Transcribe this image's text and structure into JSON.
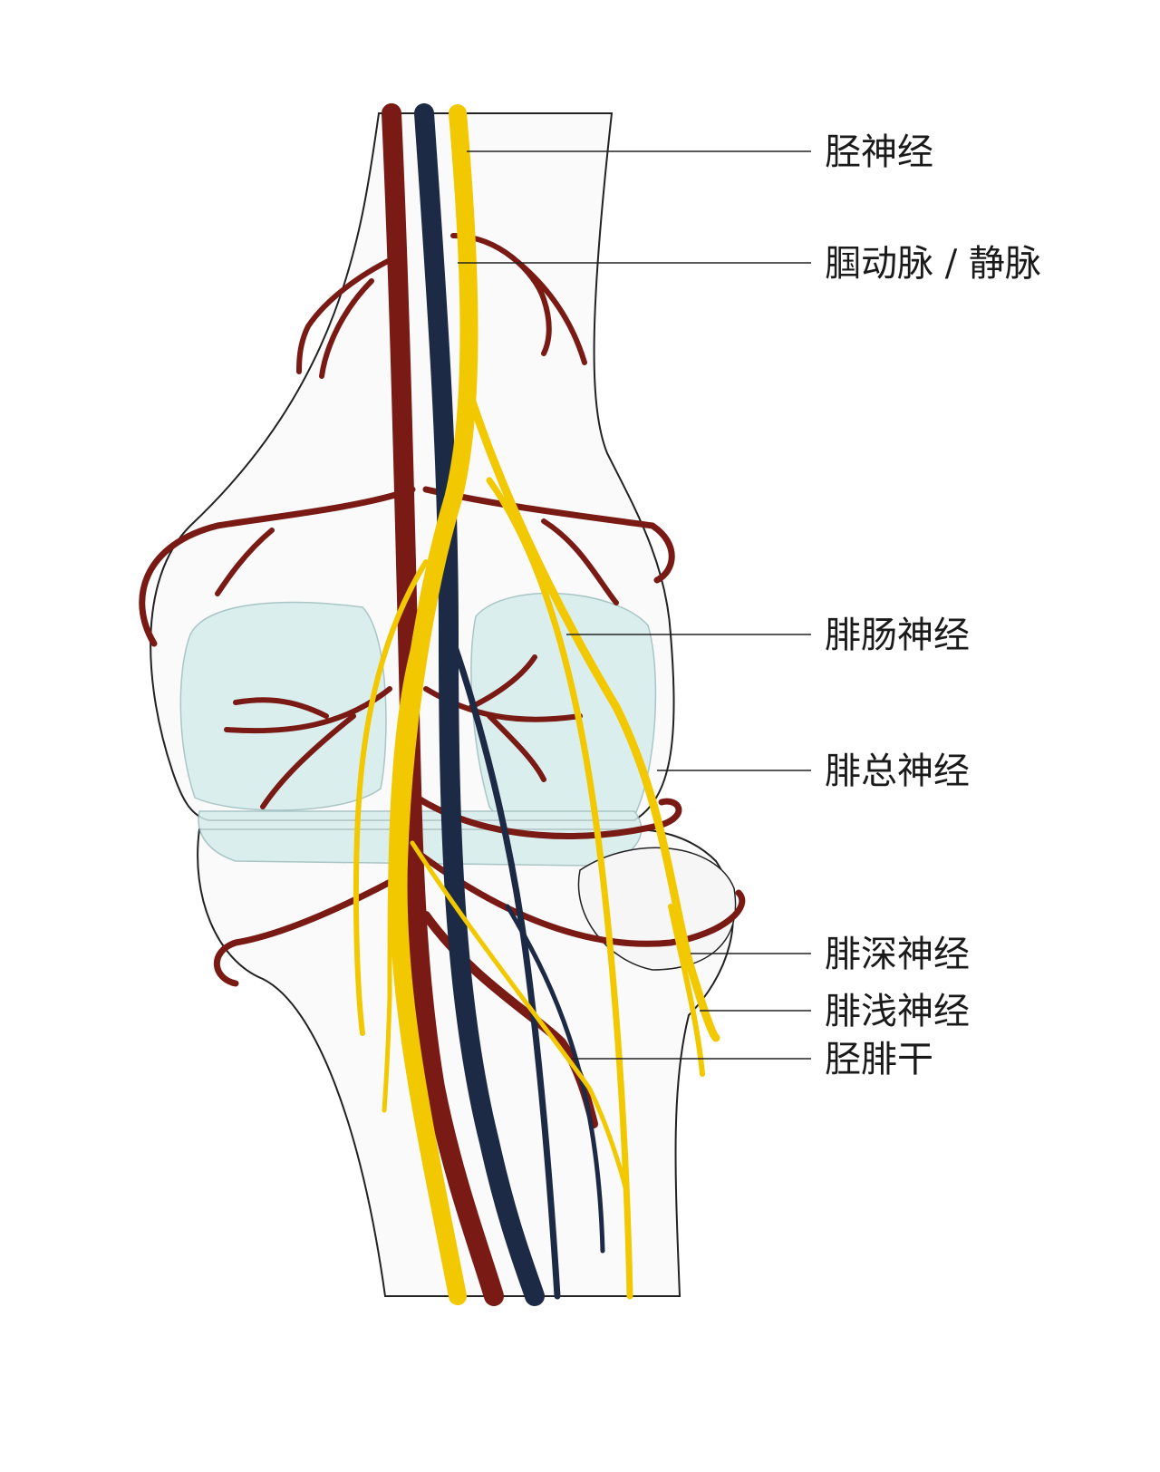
{
  "title": "膝关节后方神经血管示意图",
  "labels": {
    "tibial_nerve": "胫神经",
    "popliteal_vessels": "腘动脉 / 静脉",
    "sural_nerve": "腓肠神经",
    "common_peroneal_nerve": "腓总神经",
    "deep_peroneal_nerve": "腓深神经",
    "superficial_peroneal_nerve": "腓浅神经",
    "tibioperoneal_trunk": "胫腓干"
  },
  "colors": {
    "artery": "#7a1a14",
    "vein": "#1d2a45",
    "nerve": "#f2c800",
    "cartilage": "#d6ecec",
    "outline": "#222222"
  }
}
